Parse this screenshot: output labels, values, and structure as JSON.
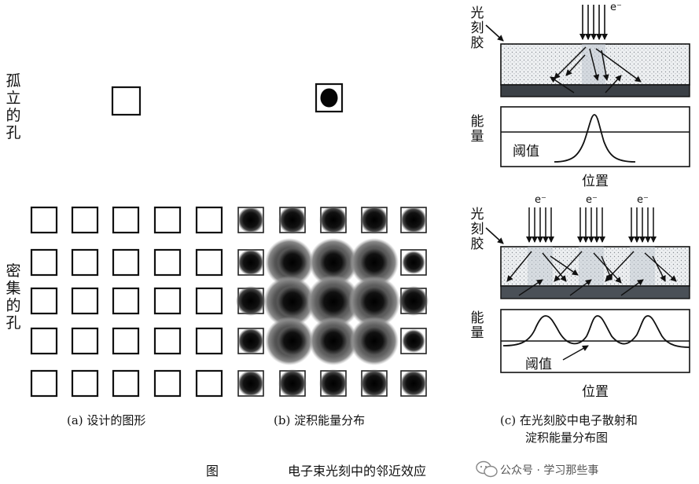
{
  "left_labels": {
    "isolated": "孤立的孔",
    "dense": "密集的孔"
  },
  "captions": {
    "a": "(a) 设计的图形",
    "b": "(b) 淀积能量分布",
    "c_line1": "(c) 在光刻胶中电子散射和",
    "c_line2": "淀积能量分布图"
  },
  "figure_title": {
    "fig": "图",
    "title": "电子束光刻中的邻近效应"
  },
  "panel_c": {
    "resist_label": "光刻胶",
    "energy_label": "能量",
    "threshold_label": "阈值",
    "position_label": "位置",
    "electron_label": "e⁻"
  },
  "watermark": {
    "text": "公众号 · 学习那些事"
  }
}
